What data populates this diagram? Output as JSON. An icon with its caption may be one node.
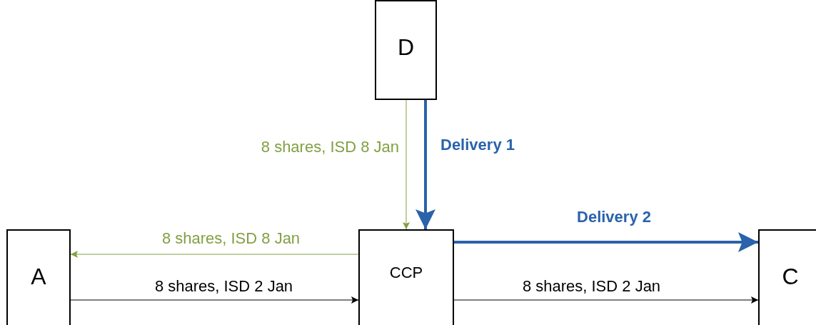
{
  "diagram": {
    "nodes": [
      {
        "text": [
          "D"
        ]
      },
      {
        "text": [
          "A"
        ]
      },
      {
        "text": [
          "CCP"
        ]
      },
      {
        "text": [
          "C"
        ]
      }
    ],
    "edges": [
      {
        "from": 0,
        "to": 2,
        "arrow": "to",
        "label": "8 shares, ISD 8 Jan",
        "color": "#82a043"
      },
      {
        "from": 0,
        "to": 2,
        "arrow": "to",
        "label": "Delivery 1",
        "style": "thick",
        "color": "#2a62ab"
      },
      {
        "from": 2,
        "to": 1,
        "arrow": "to",
        "label": "8 shares, ISD 8 Jan",
        "color": "#82a043"
      },
      {
        "from": 1,
        "to": 2,
        "arrow": "to",
        "label": "8 shares, ISD 2 Jan",
        "color": "#000000"
      },
      {
        "from": 2,
        "to": 3,
        "arrow": "to",
        "label": "Delivery 2",
        "style": "thick",
        "color": "#2a62ab"
      },
      {
        "from": 2,
        "to": 3,
        "arrow": "to",
        "label": "8 shares, ISD 2 Jan",
        "color": "#000000"
      }
    ]
  }
}
